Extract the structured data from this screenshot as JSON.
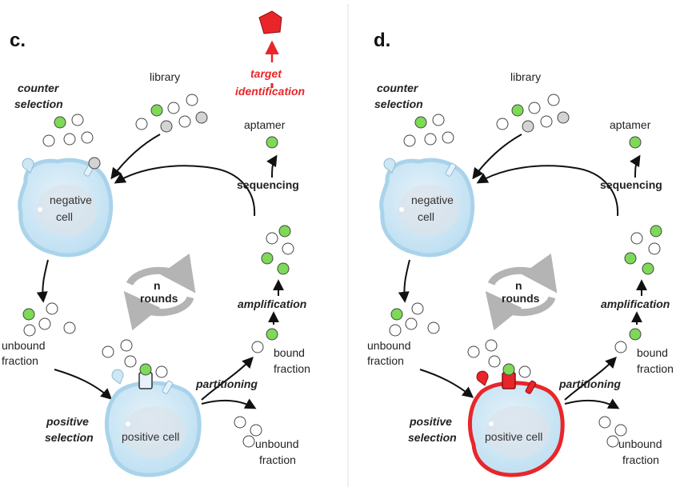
{
  "panels": [
    {
      "letter": "c.",
      "counter_selection": [
        "counter",
        "selection"
      ],
      "library": "library",
      "negative_cell": [
        "negative",
        "cell"
      ],
      "n_rounds": [
        "n",
        "rounds"
      ],
      "unbound_fraction_1": [
        "unbound",
        "fraction"
      ],
      "positive_selection": [
        "positive",
        "selection"
      ],
      "positive_cell": "positive cell",
      "partitioning": "partitioning",
      "unbound_fraction_2": [
        "unbound",
        "fraction"
      ],
      "bound_fraction": [
        "bound",
        "fraction"
      ],
      "amplification": "amplification",
      "sequencing": "sequencing",
      "aptamer": "aptamer",
      "target_identification": [
        "target",
        "identification"
      ]
    },
    {
      "letter": "d.",
      "counter_selection": [
        "counter",
        "selection"
      ],
      "library": "library",
      "negative_cell": [
        "negative",
        "cell"
      ],
      "n_rounds": [
        "n",
        "rounds"
      ],
      "unbound_fraction_1": [
        "unbound",
        "fraction"
      ],
      "positive_selection": [
        "positive",
        "selection"
      ],
      "positive_cell": "positive cell",
      "partitioning": "partitioning",
      "unbound_fraction_2": [
        "unbound",
        "fraction"
      ],
      "bound_fraction": [
        "bound",
        "fraction"
      ],
      "amplification": "amplification",
      "sequencing": "sequencing",
      "aptamer": "aptamer"
    }
  ],
  "colors": {
    "bead_green": "#7ed957",
    "bead_gray": "#d3d3d3",
    "cell_fill": "#cfe6f3",
    "cell_stroke": "#a9d3ea",
    "nucleus": "#dbe3ea",
    "highlight_red": "#e8262a",
    "arrow_gray": "#b4b4b4"
  }
}
